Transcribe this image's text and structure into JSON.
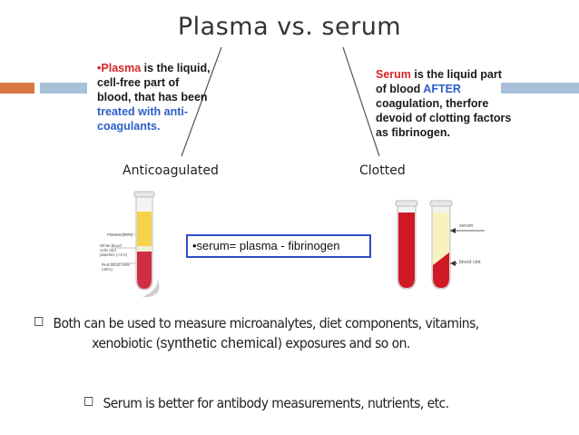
{
  "slide": {
    "title": "Plasma vs. serum",
    "plasma_def": {
      "bullet_prefix": "•",
      "term": "Plasma",
      "text1": " is the liquid, cell-free part of blood, that has been ",
      "treated": "treated",
      "text2": " with anti-coagulants."
    },
    "serum_def": {
      "term": "Serum",
      "text1": " is the liquid part of blood ",
      "after": "AFTER",
      "text2": " coagulation, therfore devoid of clotting factors as fibrinogen."
    },
    "label_anticoagulated": "Anticoagulated",
    "label_clotted": "Clotted",
    "formula": "•serum= plasma - fibrinogen",
    "tube_left_labels": [
      "Plasma (55%)",
      "White blood cells and platelets (<1%)",
      "Red blood cells (45%)"
    ],
    "tube_right_labels": [
      "serum",
      "blood clot"
    ],
    "bullet1_a": "Both can be used to measure microanalytes, diet components, vitamins,",
    "bullet1_b": "xenobiotic (",
    "bullet1_c": "synthetic chemical",
    "bullet1_d": ") exposures and so on.",
    "bullet2": "Serum is better for antibody measurements, nutrients, etc."
  },
  "colors": {
    "accent_orange": "#d97843",
    "accent_blue": "#a9c0d8",
    "red_text": "#d8262a",
    "blue_text": "#2b5fc9",
    "formula_border": "#2e4ec4"
  }
}
